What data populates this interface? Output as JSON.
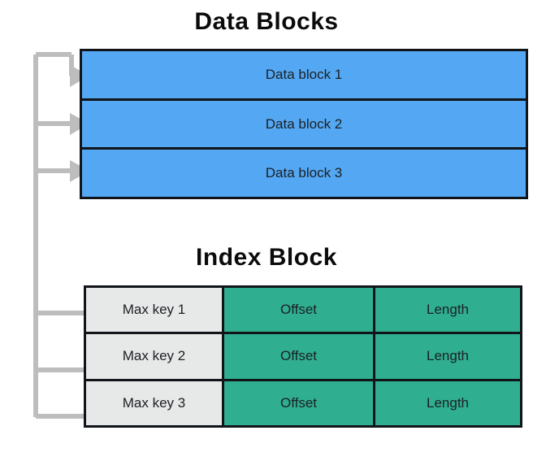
{
  "diagram": {
    "background": "#ffffff",
    "sections": [
      {
        "key": "data_blocks",
        "title": "Data Blocks",
        "fill": "#54A7F2",
        "rows": [
          {
            "label": "Data block 1"
          },
          {
            "label": "Data block 2"
          },
          {
            "label": "Data block 3"
          }
        ]
      },
      {
        "key": "index_block",
        "title": "Index Block",
        "key_fill": "#E7E8E8",
        "value_fill": "#2FAE90",
        "rows": [
          {
            "key_label": "Max key 1",
            "offset_label": "Offset",
            "length_label": "Length"
          },
          {
            "key_label": "Max key 2",
            "offset_label": "Offset",
            "length_label": "Length"
          },
          {
            "key_label": "Max key 3",
            "offset_label": "Offset",
            "length_label": "Length"
          }
        ]
      }
    ],
    "connectors": {
      "color": "#BDBDBD",
      "description": "Vertical spine on the left with three arrowed branches into the data blocks and three plain branches into the index block rows"
    }
  }
}
